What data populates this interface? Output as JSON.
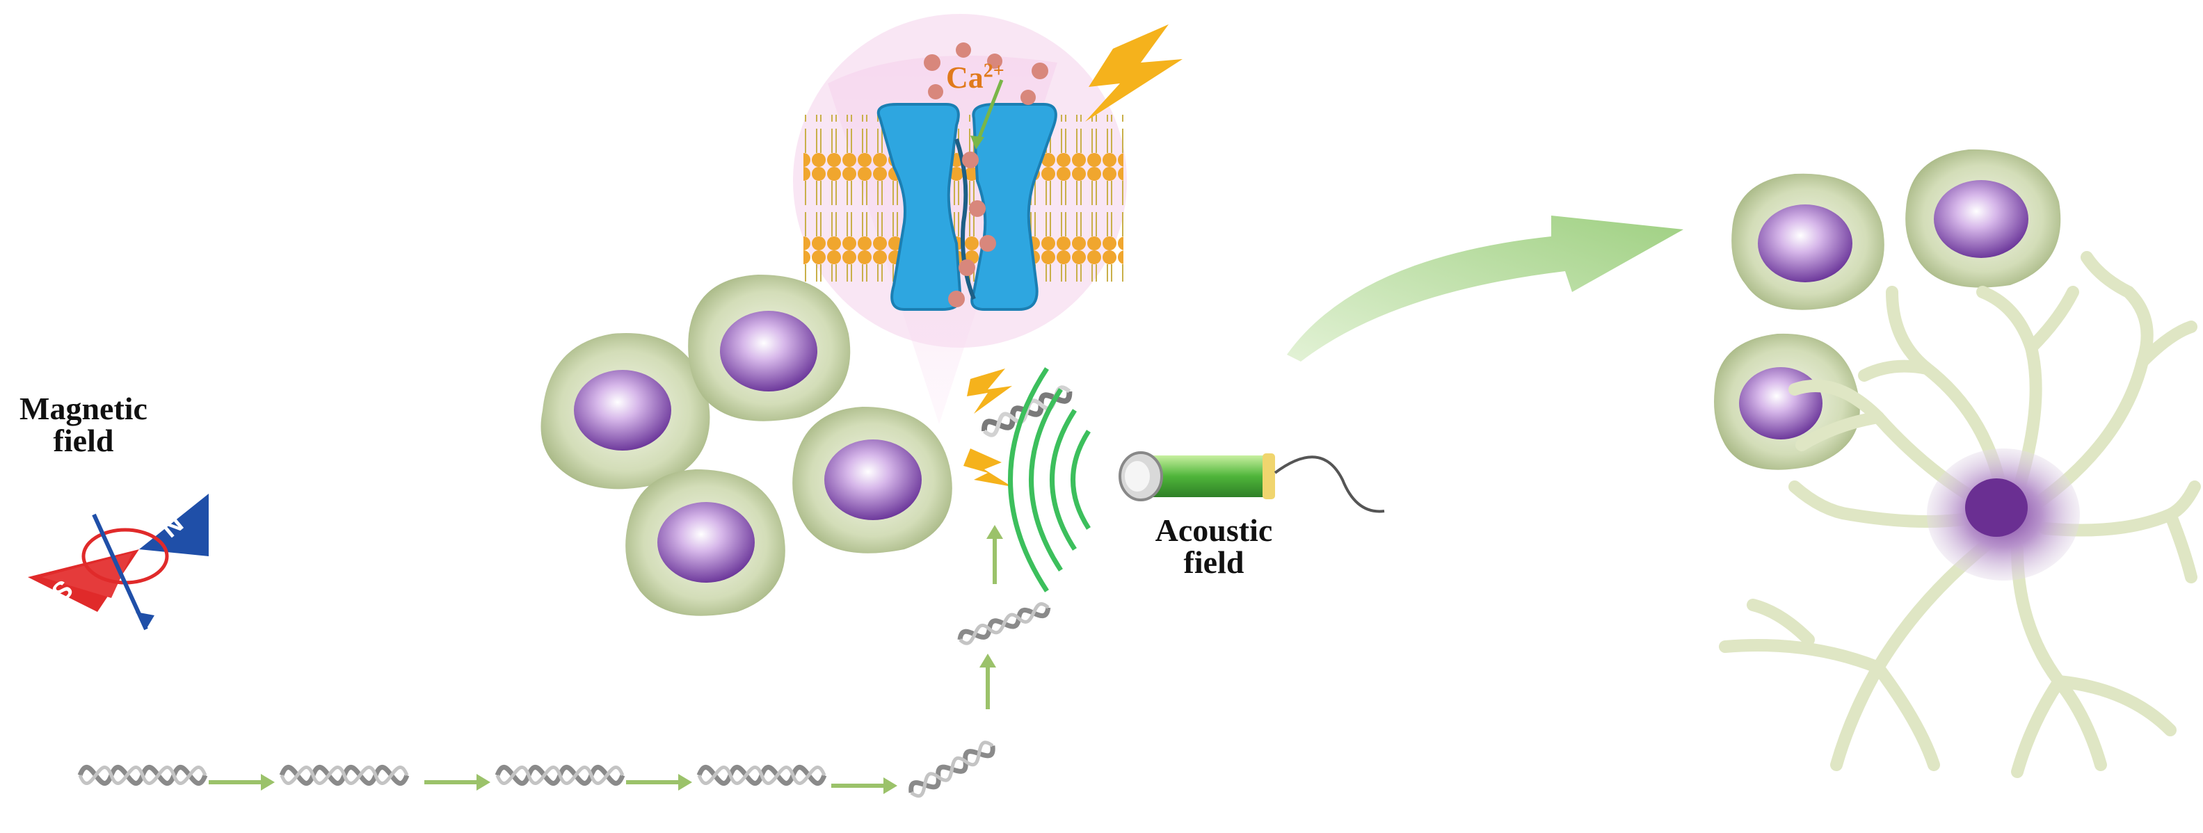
{
  "labels": {
    "magnetic_line1": "Magnetic",
    "magnetic_line2": "field",
    "acoustic_line1": "Acoustic",
    "acoustic_line2": "field",
    "ion": "Ca",
    "ion_charge": "2+"
  },
  "magnet_poles": {
    "south": "S",
    "north": "N"
  },
  "colors": {
    "cell_outer": "#b9c79a",
    "nucleus": "#8e5ab8",
    "ion_channel": "#2ea6e0",
    "lipid_head": "#f0a62e",
    "lightning": "#f5b21c",
    "arrow": "#b4d99a",
    "magnet_south": "#e02a2a",
    "magnet_north": "#1f4fa8",
    "waves": "#3cbf5c",
    "neuron": "#dfe6c4",
    "neuron_body": "#a878c0"
  },
  "icons": [
    "magnet-icon",
    "lightning-icon",
    "transducer-icon",
    "neuron-icon",
    "ion-channel-icon",
    "dna-strand-icon"
  ]
}
